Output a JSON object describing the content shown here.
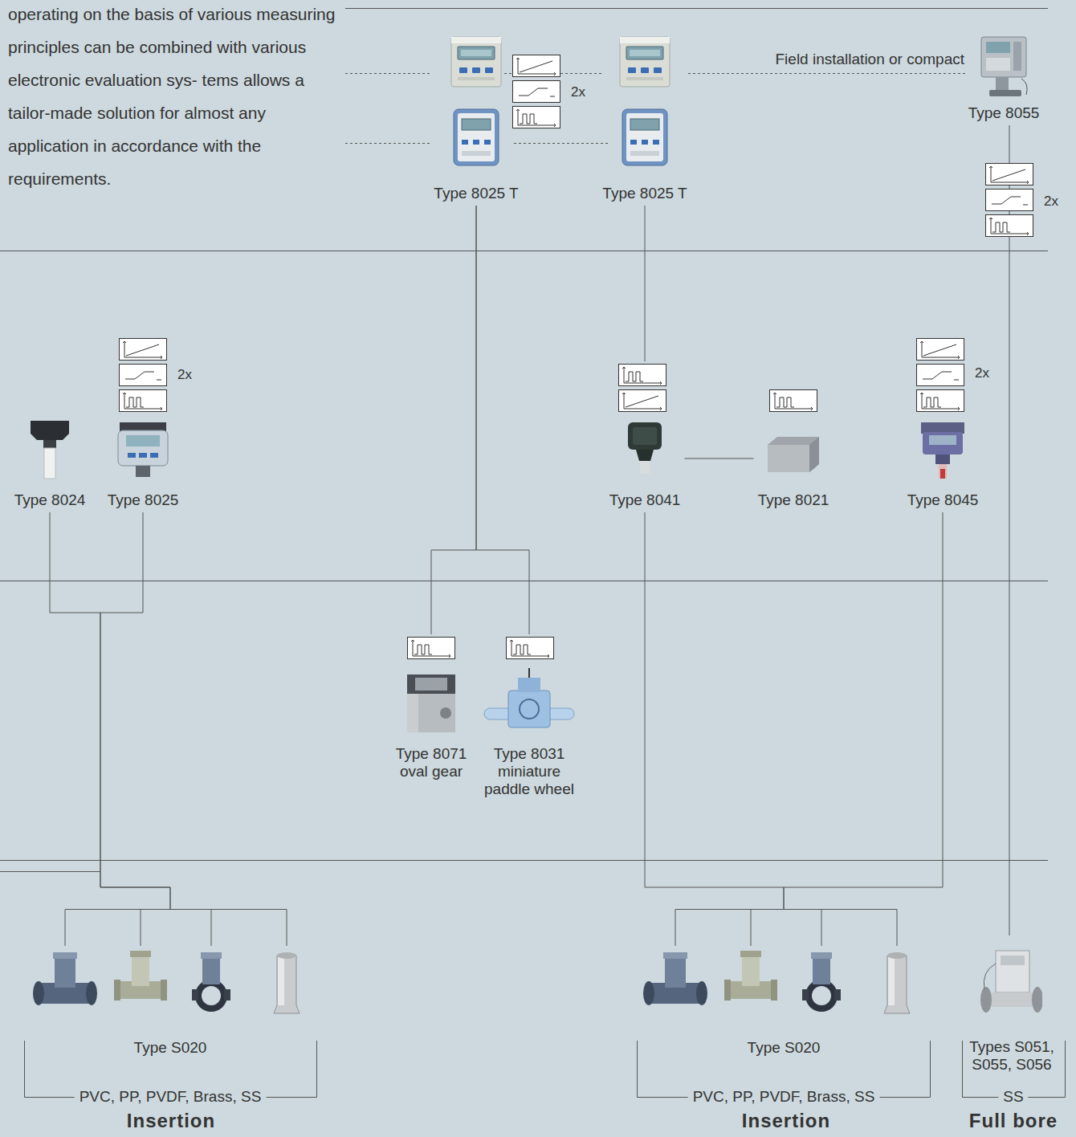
{
  "diagram": {
    "nodes": [
      {
        "text": [
          "Type 8025 T"
        ]
      },
      {
        "text": [
          "Type 8025 T"
        ]
      },
      {
        "text": [
          "Type 8055"
        ]
      },
      {
        "text": [
          "Type 8024"
        ]
      },
      {
        "text": [
          "Type 8025"
        ]
      },
      {
        "text": [
          "Type 8041"
        ]
      },
      {
        "text": [
          "Type 8021"
        ]
      },
      {
        "text": [
          "Type 8045"
        ]
      },
      {
        "text": [
          "Type 8071 oval gear"
        ]
      },
      {
        "text": [
          "Type 8031 miniature paddle wheel"
        ]
      },
      {
        "text": [
          "Type S020"
        ]
      },
      {
        "text": [
          "Type S020"
        ]
      },
      {
        "text": [
          "Types S051, S055, S056"
        ]
      }
    ],
    "edges": [
      {
        "from": 0,
        "to": 8,
        "arrow": "none"
      },
      {
        "from": 0,
        "to": 9,
        "arrow": "none"
      },
      {
        "from": 1,
        "to": 5,
        "arrow": "none"
      },
      {
        "from": 5,
        "to": 6,
        "arrow": "none"
      },
      {
        "from": 2,
        "to": 12,
        "arrow": "none"
      },
      {
        "from": 3,
        "to": 10,
        "arrow": "none"
      },
      {
        "from": 4,
        "to": 10,
        "arrow": "none"
      },
      {
        "from": 5,
        "to": 11,
        "arrow": "none"
      },
      {
        "from": 7,
        "to": 11,
        "arrow": "none"
      }
    ],
    "labels": [
      "operating on the basis of various measuring principles can be combined with various electronic evaluation sys- tems allows a tailor-made solution for almost any application in accordance with the requirements.",
      "Field installation or compact",
      "2x",
      "2x",
      "2x",
      "2x",
      "PVC, PP, PVDF, Brass, SS",
      "PVC, PP, PVDF, Brass, SS",
      "SS",
      "Insertion",
      "Insertion",
      "Full bore"
    ]
  }
}
